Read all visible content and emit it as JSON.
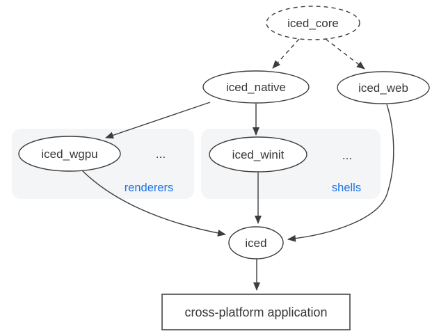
{
  "diagram": {
    "colors": {
      "background": "#ffffff",
      "stroke": "#3d3d3d",
      "text": "#343638",
      "group_fill": "#f4f5f7",
      "group_label_blue": "#1a73e8"
    },
    "nodes": {
      "iced_core": {
        "label": "iced_core",
        "shape": "ellipse-dashed"
      },
      "iced_native": {
        "label": "iced_native",
        "shape": "ellipse"
      },
      "iced_web": {
        "label": "iced_web",
        "shape": "ellipse"
      },
      "iced_wgpu": {
        "label": "iced_wgpu",
        "shape": "ellipse"
      },
      "iced_winit": {
        "label": "iced_winit",
        "shape": "ellipse"
      },
      "iced": {
        "label": "iced",
        "shape": "ellipse"
      },
      "app": {
        "label": "cross-platform application",
        "shape": "rectangle"
      }
    },
    "groups": {
      "renderers": {
        "label": "renderers",
        "ellipsis": "..."
      },
      "shells": {
        "label": "shells",
        "ellipsis": "..."
      }
    },
    "edges": [
      {
        "from": "iced_core",
        "to": "iced_native",
        "style": "dashed"
      },
      {
        "from": "iced_core",
        "to": "iced_web",
        "style": "dashed"
      },
      {
        "from": "iced_native",
        "to": "iced_wgpu",
        "style": "solid"
      },
      {
        "from": "iced_native",
        "to": "iced_winit",
        "style": "solid"
      },
      {
        "from": "iced_wgpu",
        "to": "iced",
        "style": "solid"
      },
      {
        "from": "iced_winit",
        "to": "iced",
        "style": "solid"
      },
      {
        "from": "iced_web",
        "to": "iced",
        "style": "solid"
      },
      {
        "from": "iced",
        "to": "app",
        "style": "solid"
      }
    ]
  }
}
